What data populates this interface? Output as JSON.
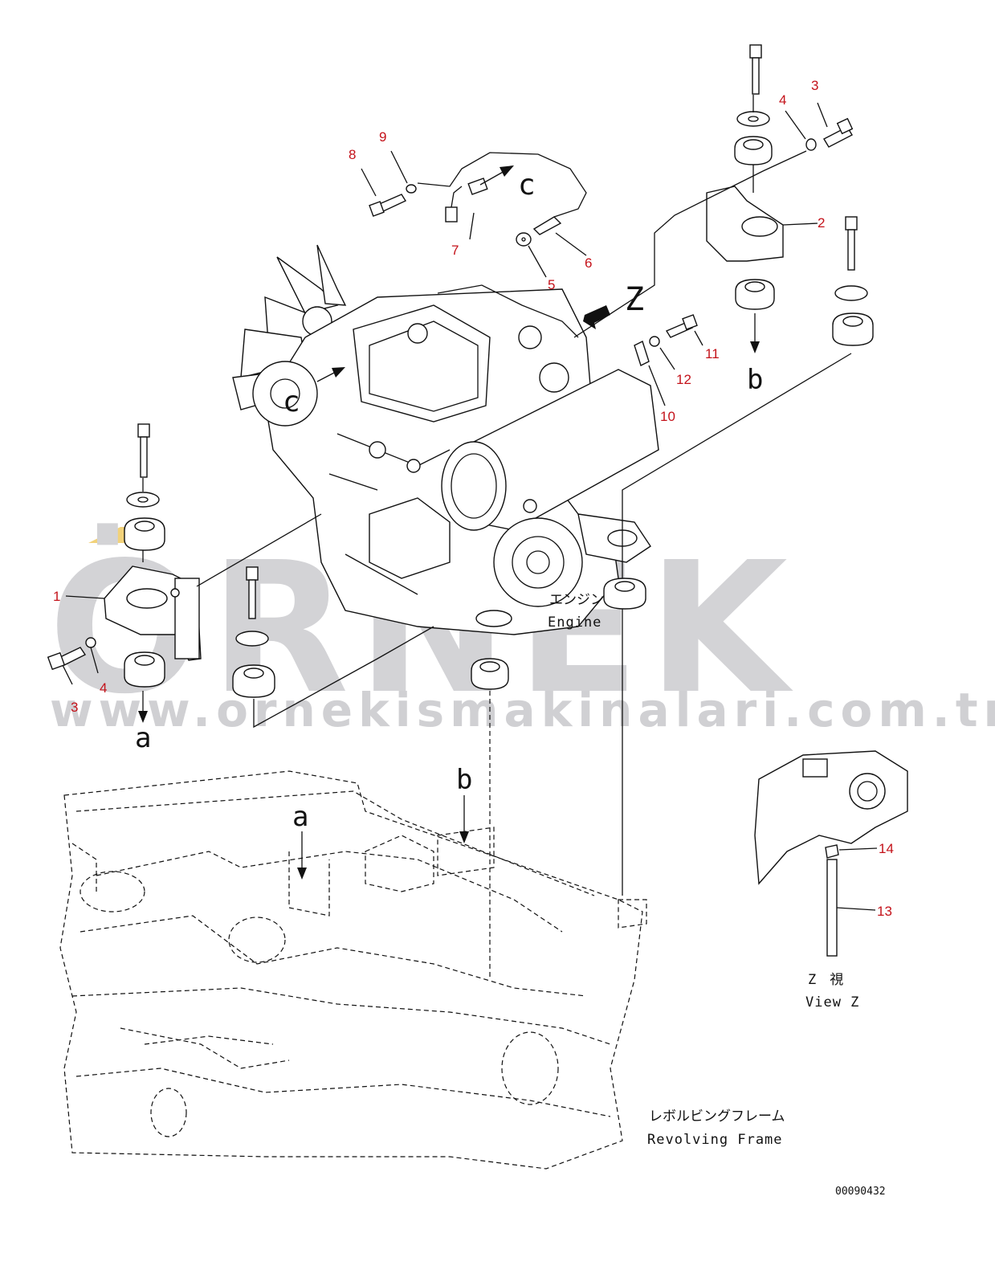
{
  "watermark": {
    "brand": "ÖRNEK",
    "url": "www.ornekismakinalari.com.tr",
    "accent_color": "#f2d27a",
    "text_color": "#d3d3d6"
  },
  "callouts": {
    "c1": "1",
    "c2": "2",
    "c3_top": "3",
    "c3_left": "3",
    "c4_top": "4",
    "c4_left": "4",
    "c5": "5",
    "c6": "6",
    "c7": "7",
    "c8": "8",
    "c9": "9",
    "c10": "10",
    "c11": "11",
    "c12": "12",
    "c13": "13",
    "c14": "14"
  },
  "callout_color": "#c4121a",
  "letters": {
    "z": "Z",
    "c_top": "c",
    "c_engine": "c",
    "b_mount": "b",
    "b_frame": "b",
    "a_mount": "a",
    "a_frame": "a"
  },
  "labels": {
    "engine_jp": "エンジン",
    "engine_en": "Engine",
    "view_z_jp": "Z　視",
    "view_z_en": "View Z",
    "frame_jp": "レボルビングフレーム",
    "frame_en": "Revolving Frame",
    "drawing_number": "00090432"
  }
}
